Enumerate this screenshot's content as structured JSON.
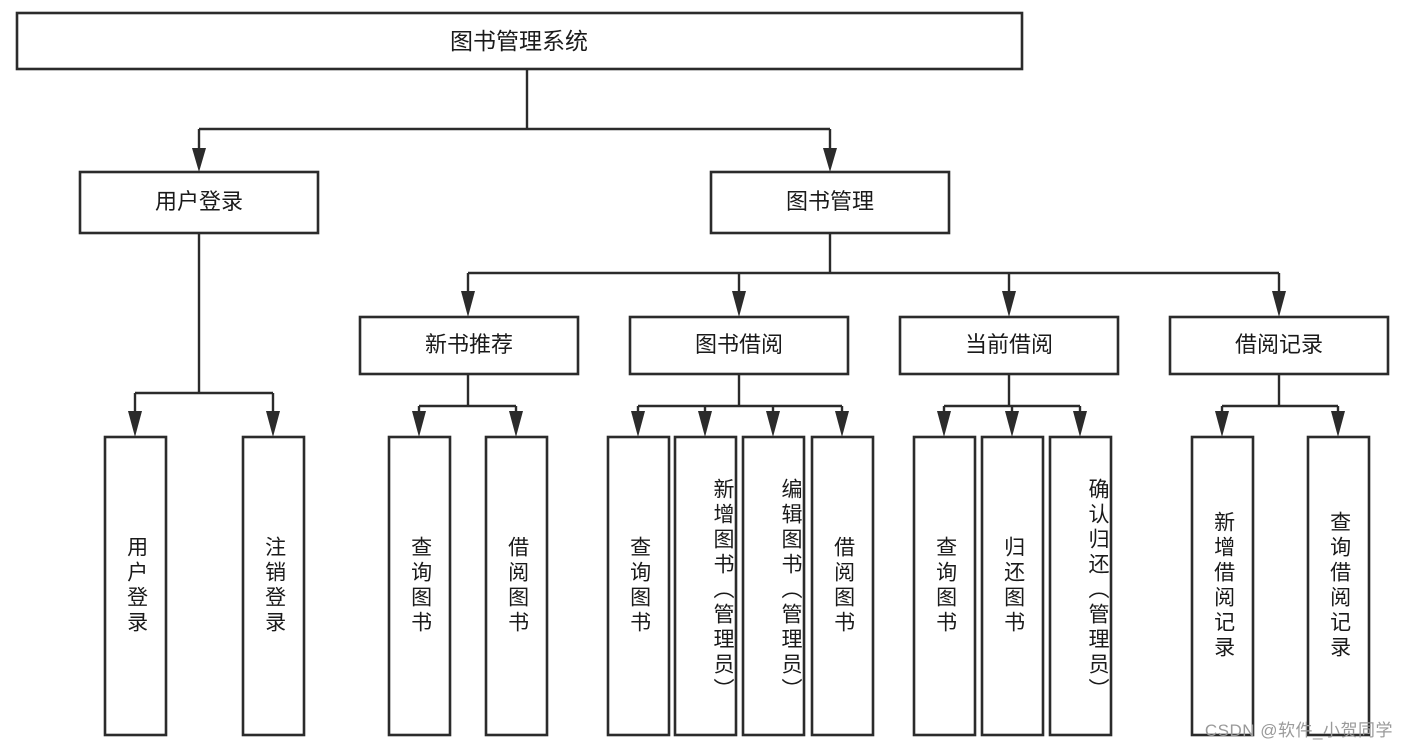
{
  "diagram": {
    "type": "tree-hierarchy-flowchart",
    "title": "图书管理系统",
    "background_color": "#ffffff",
    "box_stroke_color": "#2b2b2b",
    "box_fill_color": "#ffffff",
    "text_color": "#1a1a1a",
    "levels": 4
  },
  "root": {
    "label": "图书管理系统"
  },
  "level2": [
    {
      "label": "用户登录"
    },
    {
      "label": "图书管理"
    }
  ],
  "level3": [
    {
      "label": "新书推荐"
    },
    {
      "label": "图书借阅"
    },
    {
      "label": "当前借阅"
    },
    {
      "label": "借阅记录"
    }
  ],
  "leaves": [
    {
      "label": "用户登录",
      "parent": "用户登录"
    },
    {
      "label": "注销登录",
      "parent": "用户登录"
    },
    {
      "label": "查询图书",
      "parent": "新书推荐"
    },
    {
      "label": "借阅图书",
      "parent": "新书推荐"
    },
    {
      "label": "查询图书",
      "parent": "图书借阅"
    },
    {
      "label": "新增图书（管理员）",
      "parent": "图书借阅"
    },
    {
      "label": "编辑图书（管理员）",
      "parent": "图书借阅"
    },
    {
      "label": "借阅图书",
      "parent": "图书借阅"
    },
    {
      "label": "查询图书",
      "parent": "当前借阅"
    },
    {
      "label": "归还图书",
      "parent": "当前借阅"
    },
    {
      "label": "确认归还（管理员）",
      "parent": "当前借阅"
    },
    {
      "label": "新增借阅记录",
      "parent": "借阅记录"
    },
    {
      "label": "查询借阅记录",
      "parent": "借阅记录"
    }
  ],
  "watermark": {
    "text": "CSDN @软件_小贺同学"
  }
}
